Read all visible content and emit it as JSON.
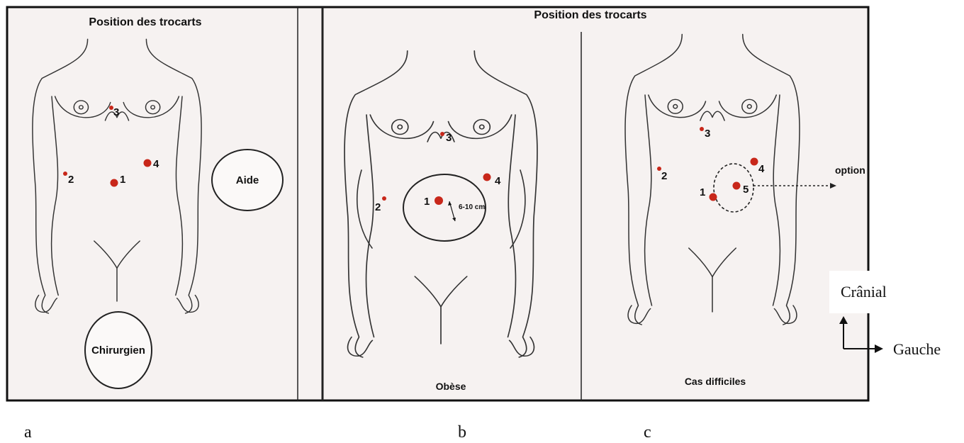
{
  "panel_a": {
    "title": "Position des trocarts",
    "ports": [
      "1",
      "2",
      "3",
      "4"
    ],
    "assistant_label": "Aide",
    "surgeon_label": "Chirurgien",
    "letter": "a"
  },
  "panel_b": {
    "title": "Position des trocarts",
    "ports": [
      "1",
      "2",
      "3",
      "4"
    ],
    "distance_label": "6-10 cm",
    "caption": "Obèse",
    "letter": "b"
  },
  "panel_c": {
    "ports": [
      "1",
      "2",
      "3",
      "4",
      "5"
    ],
    "option_label": "option",
    "caption": "Cas difficiles",
    "letter": "c"
  },
  "orientation": {
    "cranial_label": "Crânial",
    "left_label": "Gauche"
  },
  "colors": {
    "port_red": "#c8271a",
    "frame": "#111111",
    "panel_bg": "#f6f2f1"
  }
}
